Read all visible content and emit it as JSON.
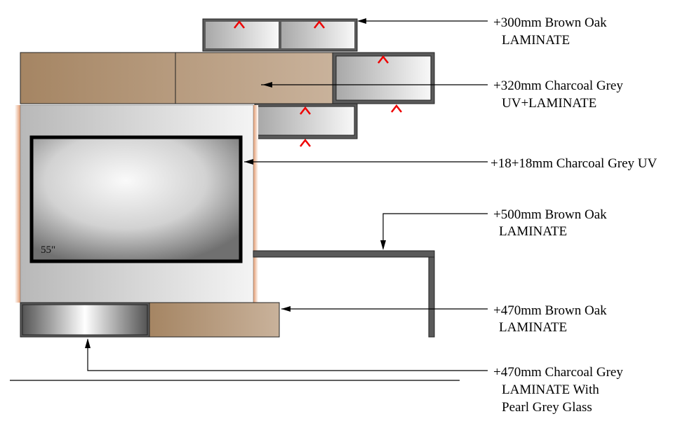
{
  "drawing": {
    "tv_size": "55\"",
    "callouts": [
      {
        "lines": [
          "+300mm Brown Oak",
          "LAMINATE"
        ]
      },
      {
        "lines": [
          "+320mm Charcoal Grey",
          "UV+LAMINATE"
        ]
      },
      {
        "lines": [
          "+18+18mm Charcoal Grey UV"
        ]
      },
      {
        "lines": [
          "+500mm Brown Oak",
          "LAMINATE"
        ]
      },
      {
        "lines": [
          "+470mm Brown Oak",
          "LAMINATE"
        ]
      },
      {
        "lines": [
          "+470mm Charcoal Grey",
          "LAMINATE With",
          "Pearl Grey Glass"
        ]
      }
    ]
  },
  "colors": {
    "brown_oak_dark": "#a58563",
    "brown_oak_light": "#c9b29b",
    "charcoal_frame": "#5a5a5a",
    "edge_orange": "#e9a27a",
    "marker_red": "#ee0000"
  }
}
